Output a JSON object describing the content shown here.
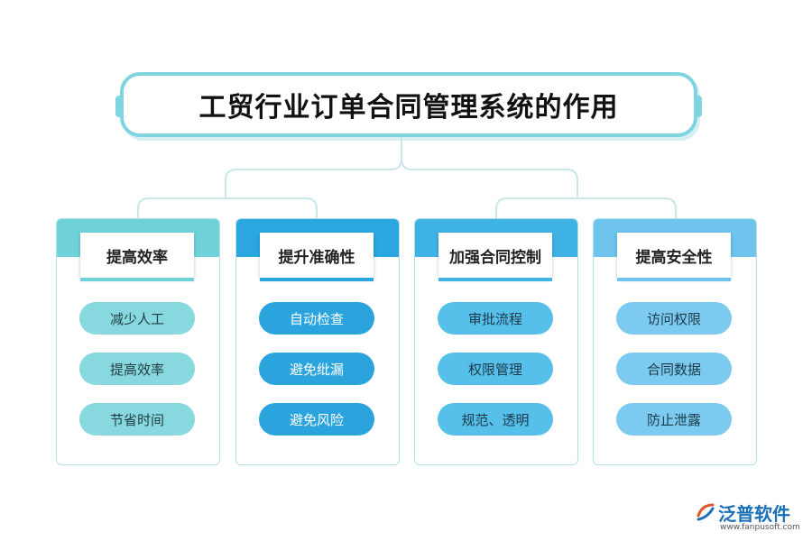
{
  "title": "工贸行业订单合同管理系统的作用",
  "columns": [
    {
      "heading": "提高效率",
      "items": [
        "减少人工",
        "提高效率",
        "节省时间"
      ]
    },
    {
      "heading": "提升准确性",
      "items": [
        "自动检查",
        "避免纰漏",
        "避免风险"
      ]
    },
    {
      "heading": "加强合同控制",
      "items": [
        "审批流程",
        "权限管理",
        "规范、透明"
      ]
    },
    {
      "heading": "提高安全性",
      "items": [
        "访问权限",
        "合同数据",
        "防止泄露"
      ]
    }
  ],
  "colors": {
    "title_border": "#7fd4df",
    "column_1": "#6fd2da",
    "column_2": "#2aa7de",
    "column_3": "#3fb2e6",
    "column_4": "#6ec4ec",
    "connector": "#c9e6eb"
  },
  "watermark": {
    "name": "泛普软件",
    "url": "www.fanpusoft.com",
    "icon": "fanpu-logo-icon"
  }
}
